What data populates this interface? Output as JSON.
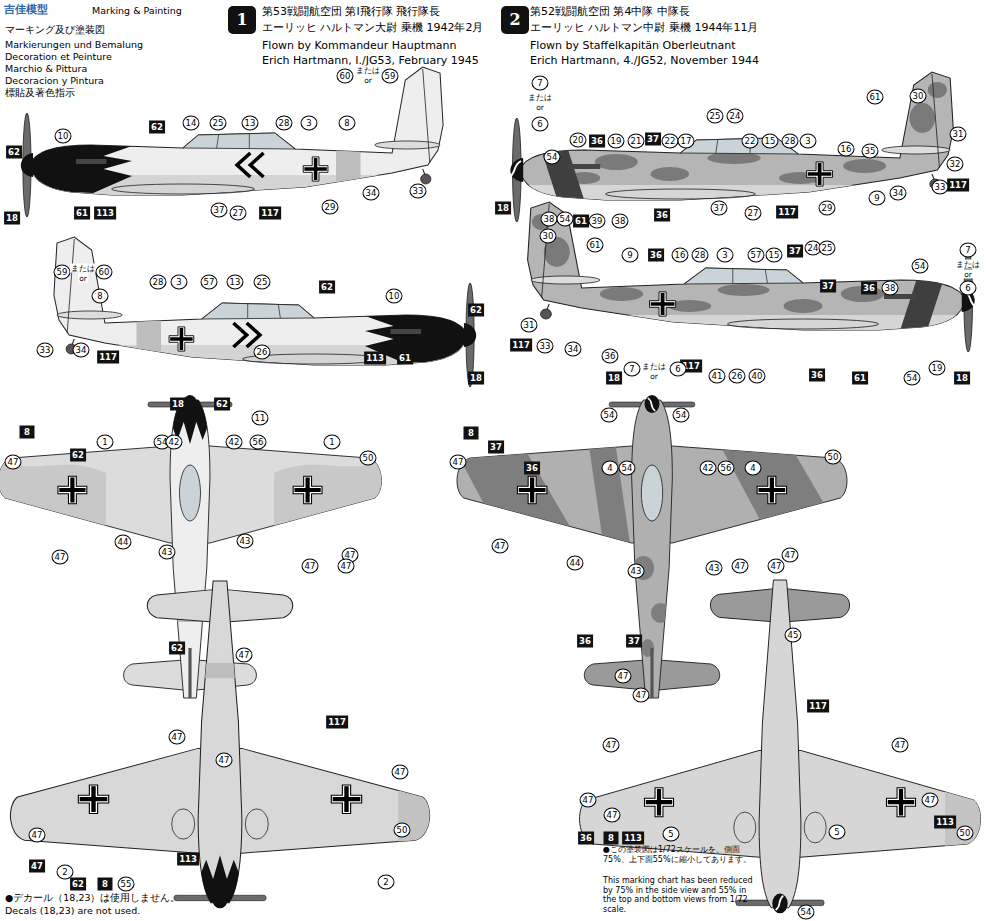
{
  "diagram": {
    "nodes": [
      {
        "text": [
          "1"
        ]
      },
      {
        "text": [
          "2"
        ]
      }
    ],
    "labels": [
      "吉佳模型",
      "Marking & Painting",
      "マーキング及び塗装図",
      "Markierungen und Bemalung",
      "Decoration et Peinture",
      "Marchio & Pittura",
      "Decoracion y Pintura",
      "標貼及著色指示",
      "第53戦闘航空団 第I飛行隊 飛行隊長",
      "エーリッヒ ハルトマン大尉 乗機 1942年2月",
      "Flown by Kommandeur Hauptmann",
      "Erich Hartmann, I./JG53, February 1945",
      "第52戦闘航空団 第4中隊 中隊長",
      "エーリッヒ ハルトマン中尉 乗機 1944年11月",
      "Flown by Staffelkapitän Oberleutnant",
      "Erich Hartmann, 4./JG52, November 1944",
      "●デカール（18,23）は使用しません。",
      "Decals (18,23) are not used.",
      "●この塗装図は1/72スケールを、側面75%、上下面55%に縮小してあります。",
      "This marking chart has been reduced by 75% in the side view and 55% in the top and bottom views from 1/72 scale.",
      "60",
      "または",
      "or",
      "59",
      "14",
      "25",
      "13",
      "28",
      "3",
      "8",
      "10",
      "62",
      "62",
      "18",
      "61",
      "113",
      "37",
      "27",
      "117",
      "29",
      "34",
      "33",
      "59",
      "または",
      "or",
      "60",
      "28",
      "3",
      "57",
      "13",
      "25",
      "62",
      "10",
      "8",
      "62",
      "33",
      "34",
      "117",
      "26",
      "113",
      "61",
      "18",
      "18",
      "62",
      "11",
      "8",
      "47",
      "62",
      "1",
      "54",
      "42",
      "42",
      "56",
      "1",
      "50",
      "47",
      "44",
      "43",
      "43",
      "47",
      "47",
      "47",
      "62",
      "47",
      "47",
      "47",
      "117",
      "47",
      "47",
      "47",
      "62",
      "8",
      "55",
      "2",
      "2",
      "113",
      "50",
      "7",
      "または",
      "or",
      "6",
      "54",
      "20",
      "36",
      "19",
      "21",
      "37",
      "22",
      "17",
      "25",
      "24",
      "22",
      "15",
      "28",
      "3",
      "16",
      "35",
      "61",
      "30",
      "31",
      "32",
      "117",
      "33",
      "34",
      "9",
      "29",
      "117",
      "27",
      "37",
      "36",
      "18",
      "38",
      "54",
      "61",
      "39",
      "38",
      "30",
      "61",
      "9",
      "36",
      "16",
      "28",
      "3",
      "57",
      "15",
      "37",
      "24",
      "25",
      "37",
      "36",
      "38",
      "54",
      "7",
      "または",
      "or",
      "6",
      "31",
      "117",
      "33",
      "34",
      "36",
      "117",
      "41",
      "26",
      "40",
      "36",
      "61",
      "54",
      "19",
      "18",
      "18",
      "7",
      "または",
      "or",
      "6",
      "8",
      "37",
      "47",
      "36",
      "4",
      "54",
      "54",
      "54",
      "42",
      "56",
      "4",
      "50",
      "47",
      "44",
      "43",
      "43",
      "47",
      "47",
      "47",
      "45",
      "36",
      "37",
      "47",
      "47",
      "117",
      "47",
      "47",
      "47",
      "47",
      "5",
      "5",
      "36",
      "8",
      "113",
      "113",
      "50",
      "47",
      "54"
    ]
  }
}
